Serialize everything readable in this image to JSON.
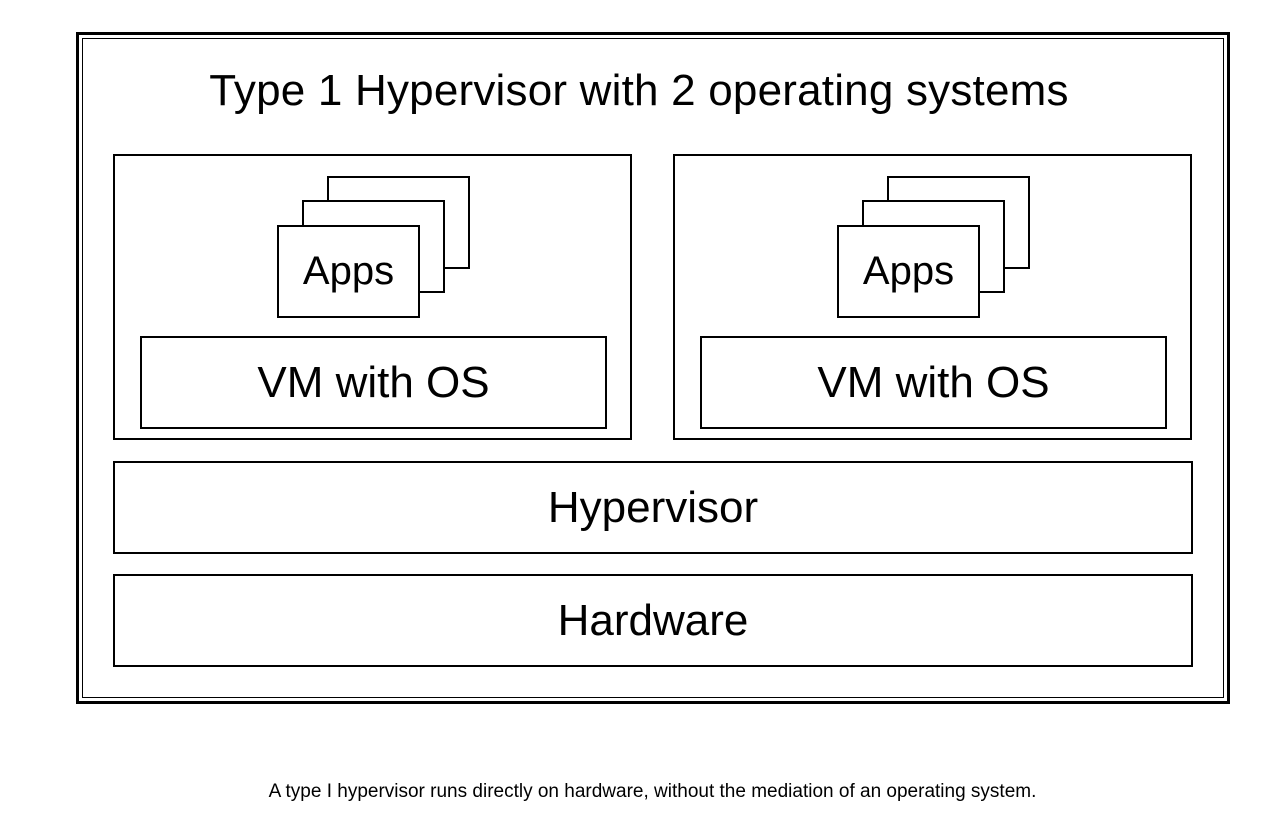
{
  "diagram": {
    "title": "Type 1 Hypervisor with 2 operating systems",
    "virtual_machines": [
      {
        "apps_label": "Apps",
        "os_label": "VM with OS"
      },
      {
        "apps_label": "Apps",
        "os_label": "VM with OS"
      }
    ],
    "hypervisor_label": "Hypervisor",
    "hardware_label": "Hardware"
  },
  "caption": "A type I hypervisor runs directly on hardware, without the mediation of an operating system."
}
